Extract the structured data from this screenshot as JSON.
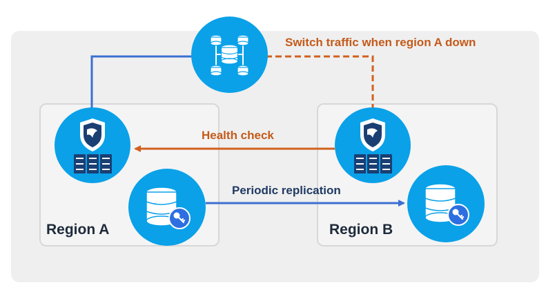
{
  "labels": {
    "switch_traffic": "Switch traffic when region A down",
    "health_check": "Health check",
    "periodic_replication": "Periodic replication"
  },
  "regions": {
    "a": {
      "label": "Region A"
    },
    "b": {
      "label": "Region B"
    }
  },
  "colors": {
    "node_circle": "#0aa1e8",
    "primary_link": "#3b6fd1",
    "health_check": "#d2601e",
    "replication": "#3b6fd1",
    "key_badge": "#2d6fe0"
  },
  "icons": {
    "top_node": "database-cluster-icon",
    "region_a_server": "shield-server-icon",
    "region_b_server": "shield-server-icon",
    "region_a_db": "database-key-icon",
    "region_b_db": "database-key-icon"
  }
}
